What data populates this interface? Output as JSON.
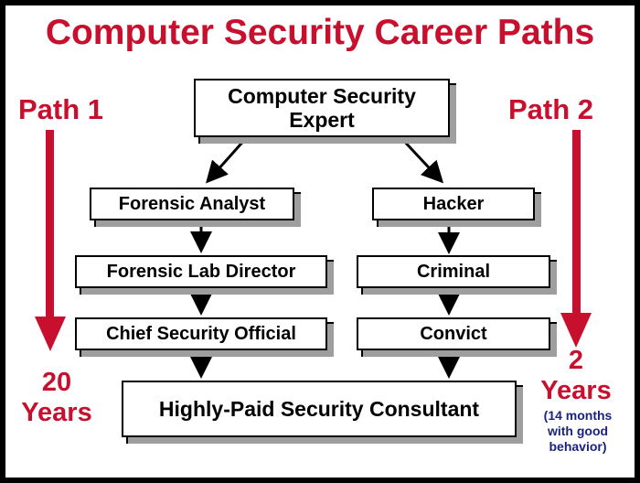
{
  "title": "Computer Security Career Paths",
  "path1": {
    "label": "Path 1",
    "duration_num": "20",
    "duration_unit": "Years"
  },
  "path2": {
    "label": "Path 2",
    "duration_num": "2",
    "duration_unit": "Years",
    "note_line1": "(14 months",
    "note_line2": "with good",
    "note_line3": "behavior)"
  },
  "top_node": {
    "line1": "Computer Security",
    "line2": "Expert"
  },
  "left_nodes": [
    "Forensic Analyst",
    "Forensic Lab Director",
    "Chief Security Official"
  ],
  "right_nodes": [
    "Hacker",
    "Criminal",
    "Convict"
  ],
  "bottom_node": "Highly-Paid Security Consultant",
  "colors": {
    "accent": "#c8102e",
    "note": "#1a237e"
  }
}
